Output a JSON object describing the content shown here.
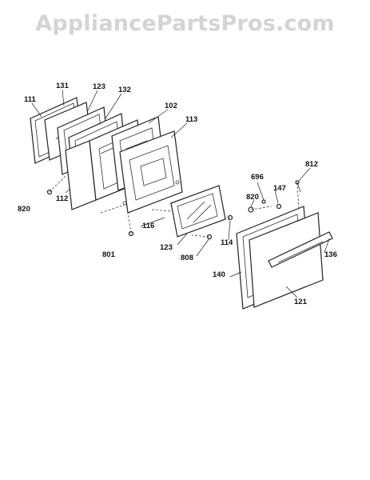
{
  "watermark": "AppliancePartsPros.com",
  "labels": {
    "p111": "111",
    "p131": "131",
    "p123a": "123",
    "p132": "132",
    "p102": "102",
    "p113": "113",
    "p820a": "820",
    "p112": "112",
    "p116": "116",
    "p801": "801",
    "p123b": "123",
    "p808": "808",
    "p114": "114",
    "p696": "696",
    "p812": "812",
    "p147": "147",
    "p820b": "820",
    "p136": "136",
    "p140": "140",
    "p121": "121"
  }
}
